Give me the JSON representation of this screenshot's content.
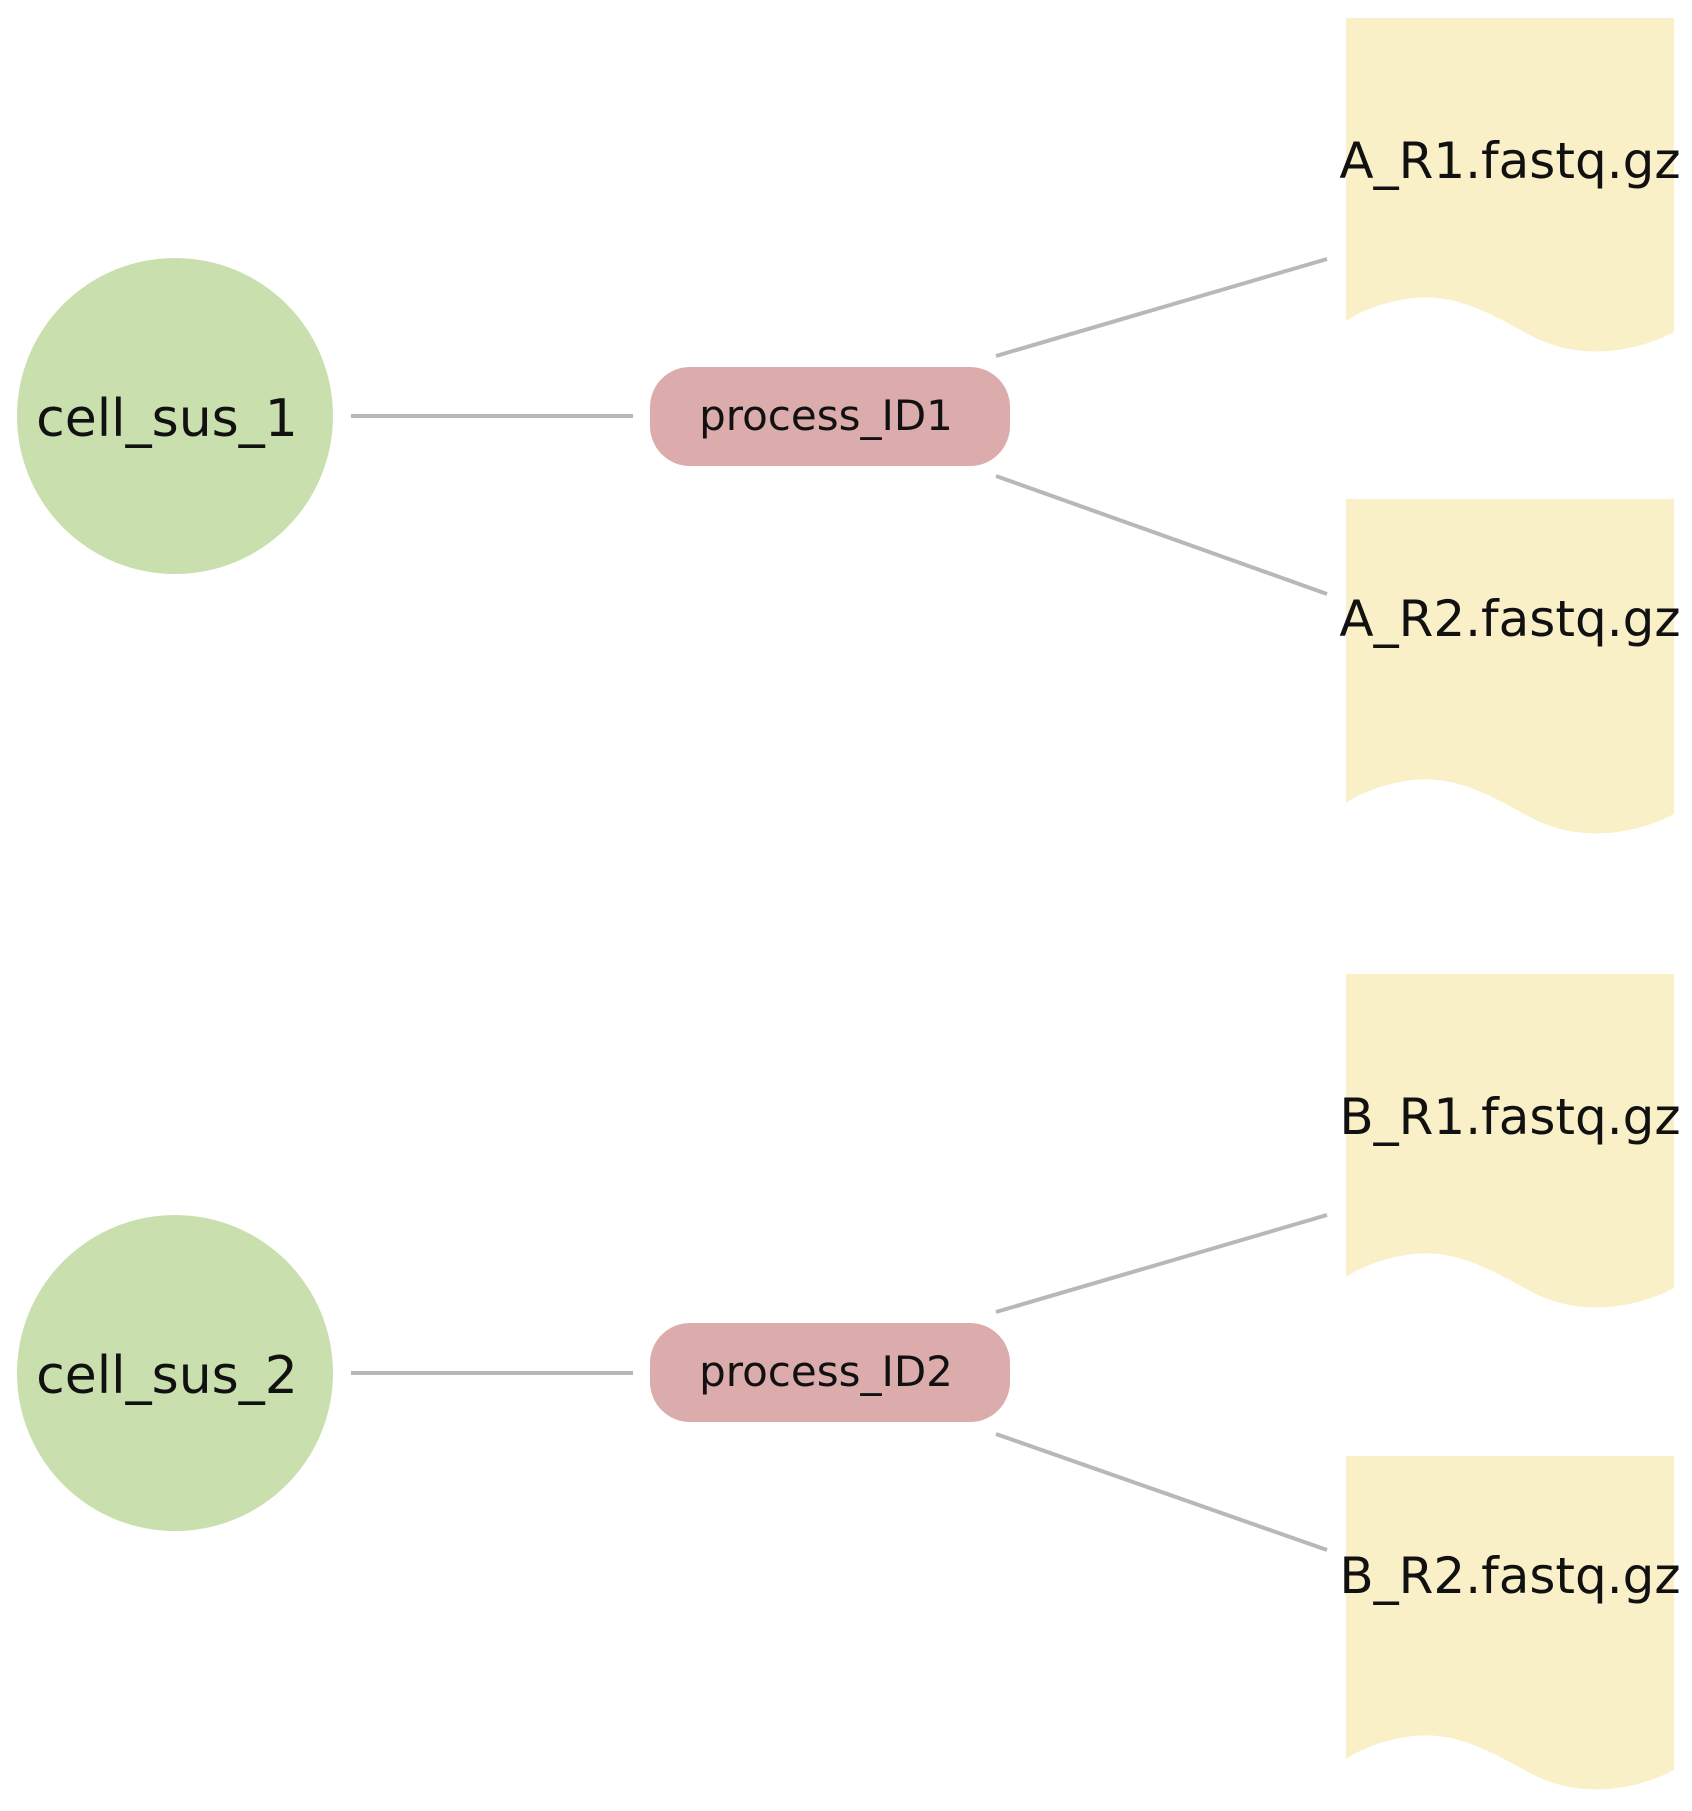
{
  "colors": {
    "sample": "#cadfae",
    "process": "#dcabab",
    "file": "#f9f0c8",
    "edge": "#b8b8b8"
  },
  "groups": [
    {
      "sample": "cell_sus_1",
      "process": "process_ID1",
      "files": [
        "A_R1.fastq.gz",
        "A_R2.fastq.gz"
      ]
    },
    {
      "sample": "cell_sus_2",
      "process": "process_ID2",
      "files": [
        "B_R1.fastq.gz",
        "B_R2.fastq.gz"
      ]
    }
  ]
}
